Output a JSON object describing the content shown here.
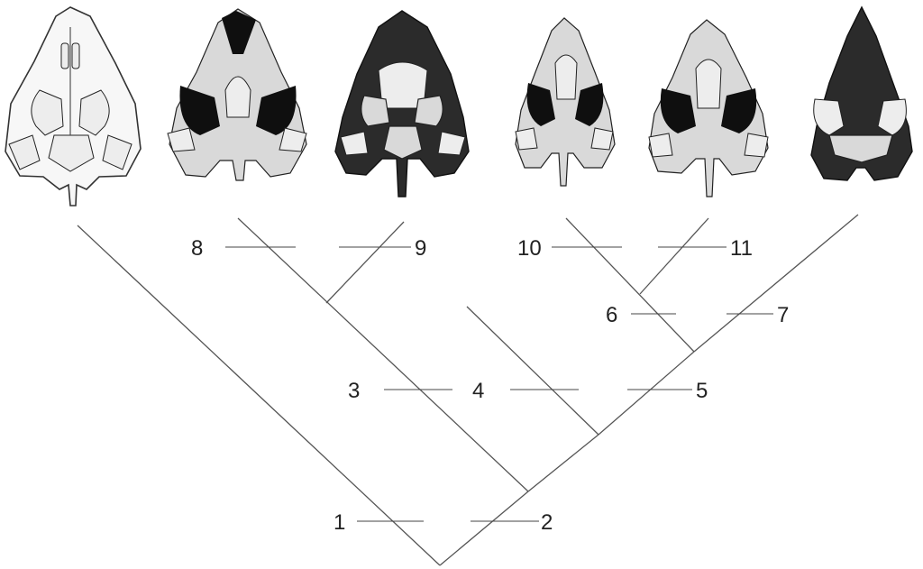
{
  "figure": {
    "taxa": [
      {
        "id": "skull-1",
        "icon": "line-drawing-skull-icon"
      },
      {
        "id": "skull-2",
        "icon": "shaded-skull-icon"
      },
      {
        "id": "skull-3",
        "icon": "shaded-skull-icon"
      },
      {
        "id": "skull-4",
        "icon": "shaded-skull-icon"
      },
      {
        "id": "skull-5",
        "icon": "shaded-skull-icon"
      },
      {
        "id": "skull-6",
        "icon": "dark-skull-icon"
      }
    ],
    "node_labels": {
      "n1": "1",
      "n2": "2",
      "n3": "3",
      "n4": "4",
      "n5": "5",
      "n6": "6",
      "n7": "7",
      "n8": "8",
      "n9": "9",
      "n10": "10",
      "n11": "11"
    },
    "colors": {
      "line": "#555555",
      "ink": "#222222",
      "shade": "#2b2b2b"
    }
  }
}
